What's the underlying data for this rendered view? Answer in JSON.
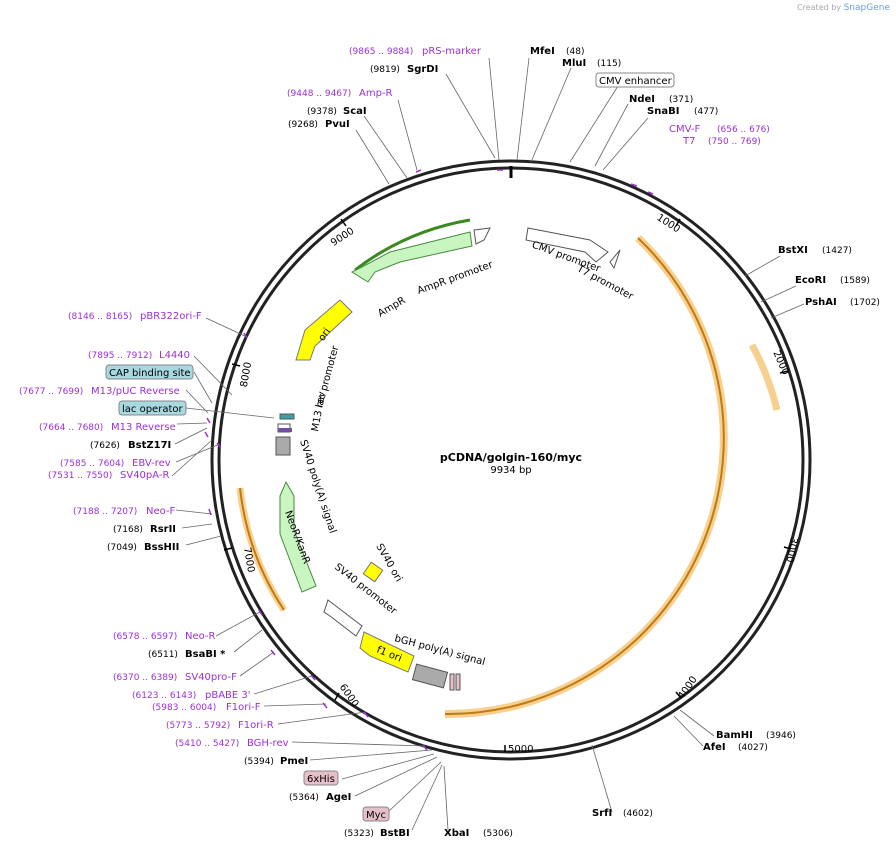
{
  "credit": {
    "prefix": "Created by",
    "brand": "SnapGene"
  },
  "title": "pCDNA/golgin-160/myc",
  "size": "9934 bp",
  "ticks": [
    "1000",
    "2000",
    "3000",
    "4000",
    "5000",
    "6000",
    "7000",
    "8000",
    "9000"
  ],
  "labels": [
    {
      "range": "(9865 .. 9884)",
      "name": "pRS-marker",
      "kind": "primer"
    },
    {
      "pos": "(9819)",
      "name": "SgrDI",
      "kind": "site"
    },
    {
      "name": "MfeI",
      "pos": "(48)",
      "kind": "site"
    },
    {
      "name": "MluI",
      "pos": "(115)",
      "kind": "site"
    },
    {
      "name": "CMV enhancer",
      "kind": "box"
    },
    {
      "name": "NdeI",
      "pos": "(371)",
      "kind": "site"
    },
    {
      "name": "SnaBI",
      "pos": "(477)",
      "kind": "site"
    },
    {
      "name": "CMV-F",
      "range": "(656 .. 676)",
      "kind": "primer"
    },
    {
      "name": "T7",
      "range": "(750 .. 769)",
      "kind": "primer"
    },
    {
      "range": "(9448 .. 9467)",
      "name": "Amp-R",
      "kind": "primer"
    },
    {
      "pos": "(9378)",
      "name": "ScaI",
      "kind": "site"
    },
    {
      "pos": "(9268)",
      "name": "PvuI",
      "kind": "site"
    },
    {
      "name": "BstXI",
      "pos": "(1427)",
      "kind": "site"
    },
    {
      "name": "EcoRI",
      "pos": "(1589)",
      "kind": "site"
    },
    {
      "name": "PshAI",
      "pos": "(1702)",
      "kind": "site"
    },
    {
      "range": "(8146 .. 8165)",
      "name": "pBR322ori-F",
      "kind": "primer"
    },
    {
      "range": "(7895 .. 7912)",
      "name": "L4440",
      "kind": "primer"
    },
    {
      "name": "CAP binding site",
      "kind": "box-blue"
    },
    {
      "range": "(7677 .. 7699)",
      "name": "M13/pUC Reverse",
      "kind": "primer"
    },
    {
      "name": "lac operator",
      "kind": "box-blue"
    },
    {
      "range": "(7664 .. 7680)",
      "name": "M13 Reverse",
      "kind": "primer"
    },
    {
      "pos": "(7626)",
      "name": "BstZ17I",
      "kind": "site"
    },
    {
      "range": "(7585 .. 7604)",
      "name": "EBV-rev",
      "kind": "primer"
    },
    {
      "range": "(7531 .. 7550)",
      "name": "SV40pA-R",
      "kind": "primer"
    },
    {
      "range": "(7188 .. 7207)",
      "name": "Neo-F",
      "kind": "primer"
    },
    {
      "pos": "(7168)",
      "name": "RsrII",
      "kind": "site"
    },
    {
      "pos": "(7049)",
      "name": "BssHII",
      "kind": "site"
    },
    {
      "range": "(6578 .. 6597)",
      "name": "Neo-R",
      "kind": "primer"
    },
    {
      "pos": "(6511)",
      "name": "BsaBI *",
      "kind": "site"
    },
    {
      "range": "(6370 .. 6389)",
      "name": "SV40pro-F",
      "kind": "primer"
    },
    {
      "range": "(6123 .. 6143)",
      "name": "pBABE 3'",
      "kind": "primer"
    },
    {
      "range": "(5983 .. 6004)",
      "name": "F1ori-F",
      "kind": "primer"
    },
    {
      "range": "(5773 .. 5792)",
      "name": "F1ori-R",
      "kind": "primer"
    },
    {
      "range": "(5410 .. 5427)",
      "name": "BGH-rev",
      "kind": "primer"
    },
    {
      "pos": "(5394)",
      "name": "PmeI",
      "kind": "site"
    },
    {
      "name": "6xHis",
      "kind": "box-pink"
    },
    {
      "pos": "(5364)",
      "name": "AgeI",
      "kind": "site"
    },
    {
      "name": "Myc",
      "kind": "box-pink"
    },
    {
      "pos": "(5323)",
      "name": "BstBI",
      "kind": "site"
    },
    {
      "name": "XbaI",
      "pos": "(5306)",
      "kind": "site"
    },
    {
      "name": "SrfI",
      "pos": "(4602)",
      "kind": "site"
    },
    {
      "name": "BamHI",
      "pos": "(3946)",
      "kind": "site"
    },
    {
      "name": "AfeI",
      "pos": "(4027)",
      "kind": "site"
    }
  ],
  "features": {
    "ampr_promoter": "AmpR promoter",
    "ampr": "AmpR",
    "cmv_promoter": "CMV promoter",
    "t7_promoter": "T7 promoter",
    "ori": "ori",
    "lac_promoter": "lac promoter",
    "m13_rev": "M13 rev",
    "sv40_polya": "SV40 poly(A) signal",
    "neor": "NeoR/KanR",
    "sv40_ori": "SV40 ori",
    "sv40_promoter": "SV40 promoter",
    "bgh": "bGH poly(A) signal",
    "f1_ori": "f1 ori"
  },
  "colors": {
    "primer": "#9b30d9",
    "site": "#000000",
    "orf": "#f0a030",
    "green": "#c8f5c0",
    "yellow": "#ffff00",
    "blue_box": "#a8d8e0",
    "pink_box": "#e6bfc8"
  }
}
